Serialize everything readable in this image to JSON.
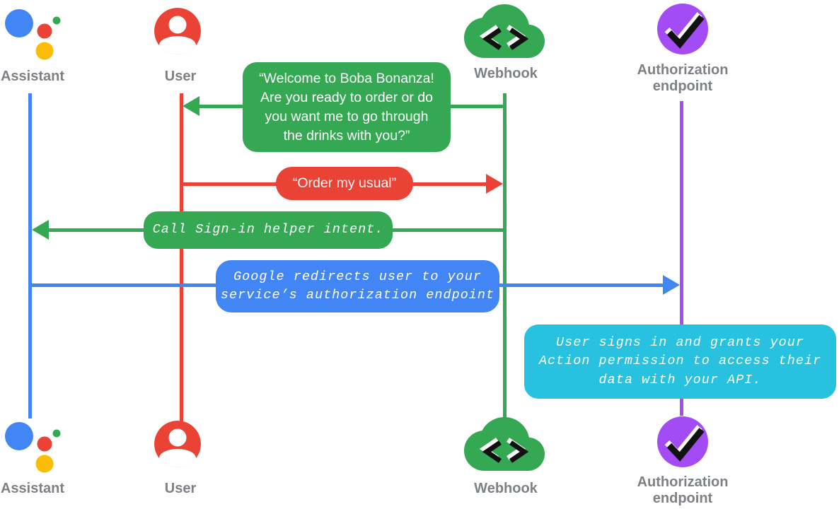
{
  "diagram_title": "Account linking sign-in flow sequence diagram",
  "colors": {
    "blue": "#4285F4",
    "red": "#EA4335",
    "green": "#34A853",
    "yellow": "#FBBC05",
    "purple": "#A34BF4",
    "cyan": "#28C1DF",
    "gray": "#7D8185",
    "ink": "#111111",
    "white": "#FFFFFF"
  },
  "actors": {
    "assistant": {
      "label": "Assistant",
      "icon": "google-assistant-icon"
    },
    "user": {
      "label": "User",
      "icon": "person-icon"
    },
    "webhook": {
      "label": "Webhook",
      "icon": "cloud-code-icon"
    },
    "auth": {
      "label_line1": "Authorization",
      "label_line2": "endpoint",
      "icon": "checkmark-icon"
    }
  },
  "messages": {
    "welcome": {
      "from": "Webhook",
      "to": "User",
      "style": "speech",
      "lines": [
        "“Welcome to Boba Bonanza!",
        "Are you ready to order or do",
        "you want me to go through",
        "the drinks with you?”"
      ]
    },
    "order": {
      "from": "User",
      "to": "Webhook",
      "style": "speech",
      "text": "“Order my usual”"
    },
    "signin": {
      "from": "Webhook",
      "to": "Assistant",
      "style": "code",
      "text": "Call Sign-in helper intent."
    },
    "redirect": {
      "from": "Assistant",
      "to": "Authorization endpoint",
      "style": "code",
      "lines": [
        "Google redirects user to your",
        "service’s authorization endpoint"
      ]
    },
    "grants": {
      "note_on": "Authorization endpoint",
      "style": "code",
      "lines": [
        "User signs in and grants your",
        "Action permission to access their",
        "data with your API."
      ]
    }
  }
}
